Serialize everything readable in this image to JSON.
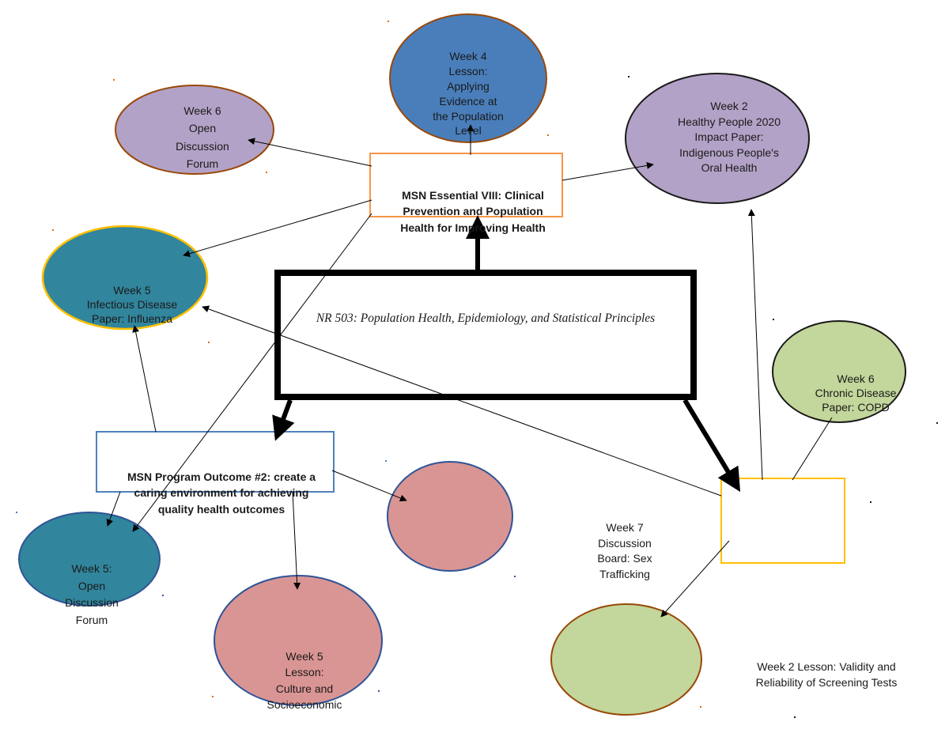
{
  "central": {
    "text": "NR 503: Population Health, Epidemiology, and Statistical Principles"
  },
  "essential": {
    "lines": [
      "MSN Essential VIII: Clinical",
      "Prevention and Population",
      "Health for Improving Health"
    ]
  },
  "outcome": {
    "lines": [
      "MSN Program Outcome #2: create a",
      "caring environment for achieving",
      "quality health outcomes"
    ]
  },
  "nodes": {
    "week4_lesson": {
      "lines": [
        "Week 4",
        "Lesson:",
        "Applying",
        "Evidence at",
        "the Population",
        "Level"
      ],
      "color": "#4a7ebb"
    },
    "week6_forum": {
      "lines": [
        "Week 6",
        "Open",
        "Discussion",
        "Forum"
      ],
      "color": "#b3a2c7"
    },
    "week2_paper": {
      "lines": [
        "Week 2",
        "Healthy People 2020",
        "Impact Paper:",
        "Indigenous People's",
        "Oral Health"
      ],
      "color": "#b3a2c7"
    },
    "week5_infectious": {
      "lines": [
        "Week 5",
        "Infectious Disease",
        "Paper: Influenza"
      ],
      "color": "#31859c"
    },
    "week6_chronic": {
      "lines": [
        "Week 6",
        "Chronic Disease",
        "Paper: COPD"
      ],
      "color": "#c3d69b"
    },
    "week5_forum": {
      "lines": [
        "Week 5:",
        "Open",
        "Discussion",
        "Forum"
      ],
      "color": "#31859c"
    },
    "week5_lesson": {
      "lines": [
        "Week 5",
        "Lesson:",
        "Culture and",
        "Socioeconomic"
      ],
      "color": "#d99594"
    },
    "week7_board": {
      "lines": [
        "Week 7",
        "Discussion",
        "Board: Sex",
        "Trafficking"
      ],
      "color": "#c3d69b"
    },
    "week2_lesson": {
      "lines": [
        "Week 2 Lesson: Validity and",
        "Reliability of Screening Tests"
      ]
    },
    "pink_empty": {
      "color": "#d99594"
    },
    "green_empty": {
      "color": "#c3d69b"
    }
  },
  "colors": {
    "orange_border": "#f79646",
    "blue_border": "#4f81bd",
    "yellow_border": "#ffc000",
    "ellipse_border": "#984807",
    "dark_blue_border": "#2f5496"
  }
}
